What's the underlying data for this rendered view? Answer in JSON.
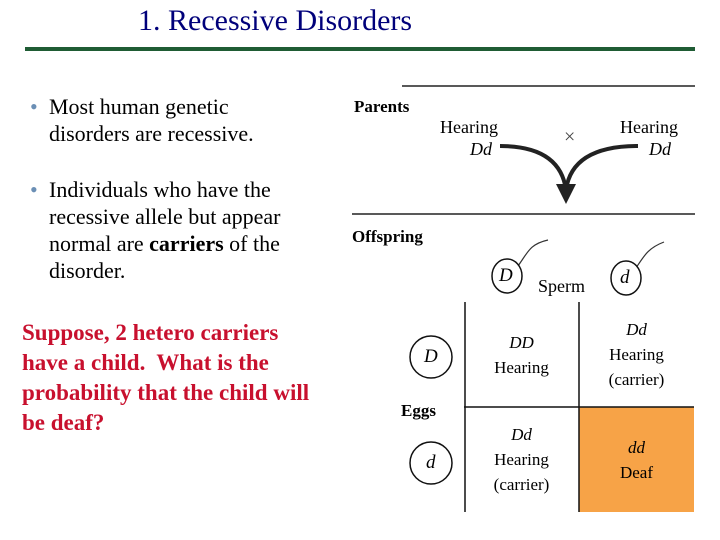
{
  "title": "1. Recessive Disorders",
  "bullets": [
    {
      "lines": [
        "Most human genetic",
        "disorders are recessive."
      ]
    },
    {
      "lines": [
        "Individuals who have the",
        "recessive allele but appear",
        "normal are ",
        "carriers",
        " of the",
        "disorder."
      ]
    }
  ],
  "question": "Suppose, 2 hetero carriers\nhave a child.  What is the\nprobability that the child will\nbe deaf?",
  "diagram": {
    "parents_label": "Parents",
    "offspring_label": "Offspring",
    "cross_symbol": "×",
    "parent1": {
      "phenotype": "Hearing",
      "genotype": "Dd"
    },
    "parent2": {
      "phenotype": "Hearing",
      "genotype": "Dd"
    },
    "sperm_label": "Sperm",
    "eggs_label": "Eggs",
    "sperm_alleles": [
      "D",
      "d"
    ],
    "egg_alleles": [
      "D",
      "d"
    ],
    "cells": [
      {
        "genotype": "DD",
        "phenotype": "Hearing",
        "note": ""
      },
      {
        "genotype": "Dd",
        "phenotype": "Hearing",
        "note": "(carrier)"
      },
      {
        "genotype": "Dd",
        "phenotype": "Hearing",
        "note": "(carrier)"
      },
      {
        "genotype": "dd",
        "phenotype": "Deaf",
        "note": ""
      }
    ],
    "colors": {
      "affected_cell": "#f7a347",
      "question_text": "#c8102e",
      "title_text": "#00007a",
      "rule": "#1f5c34",
      "bullet": "#6b8fb5"
    }
  }
}
